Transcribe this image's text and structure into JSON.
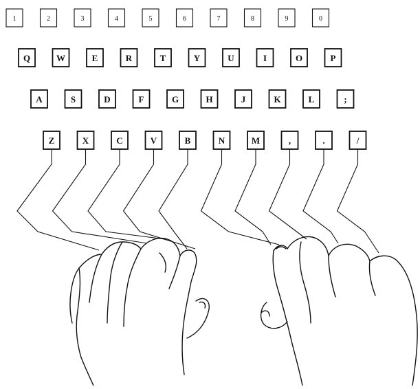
{
  "rows": [
    {
      "name": "number",
      "keys": [
        "1",
        "2",
        "3",
        "4",
        "5",
        "6",
        "7",
        "8",
        "9",
        "0"
      ]
    },
    {
      "name": "upper",
      "keys": [
        "Q",
        "W",
        "E",
        "R",
        "T",
        "Y",
        "U",
        "I",
        "O",
        "P"
      ]
    },
    {
      "name": "home",
      "keys": [
        "A",
        "S",
        "D",
        "F",
        "G",
        "H",
        "J",
        "K",
        "L",
        ";"
      ]
    },
    {
      "name": "bottom",
      "keys": [
        "Z",
        "X",
        "C",
        "V",
        "B",
        "N",
        "M",
        ",",
        ".",
        "/"
      ]
    }
  ],
  "colors": {
    "ink": "#111111",
    "key_face": "#ffffff",
    "paper": "#ffffff"
  }
}
